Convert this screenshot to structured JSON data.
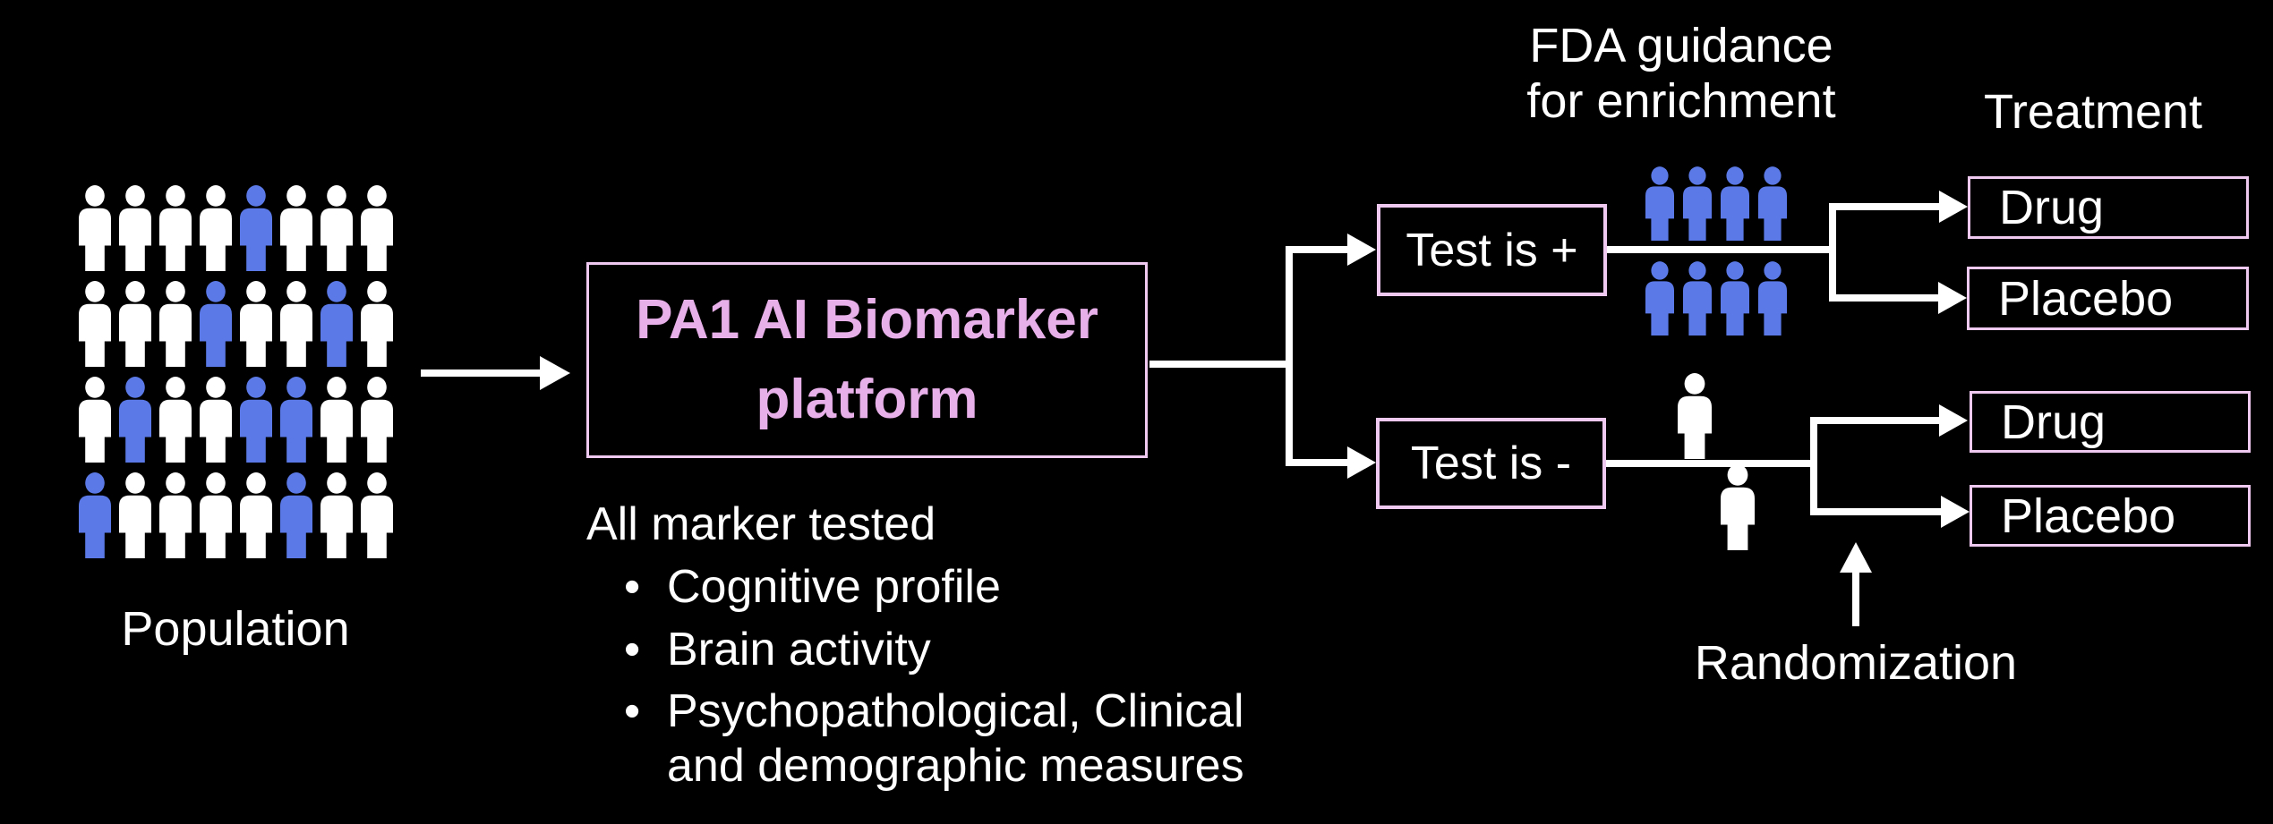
{
  "diagram": {
    "background": "#000000",
    "population": {
      "label": "Population",
      "rows": [
        "WWWWBWWW",
        "WWWBWWBW",
        "WBWWBBWW",
        "BWWWWBWW"
      ],
      "legend": {
        "W": "white-person",
        "B": "blue-person"
      }
    },
    "platform": {
      "title": [
        "PA1 AI Biomarker",
        "platform"
      ]
    },
    "markers": {
      "heading": "All marker tested",
      "items": [
        "Cognitive profile",
        "Brain activity",
        "Psychopathological, Clinical and demographic measures"
      ]
    },
    "labels": {
      "fda": [
        "FDA guidance",
        "for enrichment"
      ],
      "treatment": "Treatment",
      "randomization": "Randomization"
    },
    "tests": {
      "positive": "Test is +",
      "negative": "Test is -"
    },
    "cohorts": {
      "positive": {
        "rows": 2,
        "cols": 4,
        "color": "#5b7ae8"
      },
      "negative": {
        "count": 2,
        "color": "#ffffff"
      }
    },
    "arms": {
      "positive": [
        "Drug",
        "Placebo"
      ],
      "negative": [
        "Drug",
        "Placebo"
      ]
    },
    "colors": {
      "connector": "#ffffff",
      "box_border": "#efc9ef",
      "platform_title": "#e8b0e8",
      "text": "#ffffff",
      "blue": "#5b7ae8",
      "white": "#ffffff"
    }
  }
}
